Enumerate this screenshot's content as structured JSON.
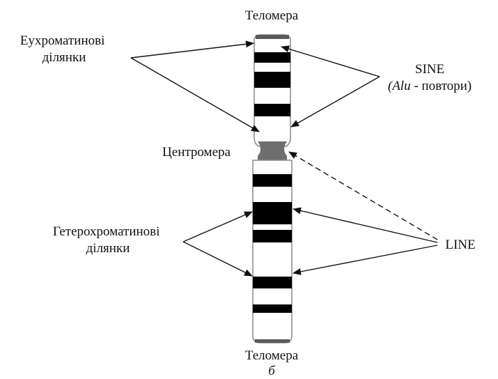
{
  "labels": {
    "telomere_top": "Теломера",
    "telomere_bottom": "Теломера",
    "euchromatic_line1": "Еухроматинові",
    "euchromatic_line2": "ділянки",
    "centromere": "Центромера",
    "heterochromatic_line1": "Гетерохроматинові",
    "heterochromatic_line2": "ділянки",
    "sine_line1": "SINE",
    "sine_alu": "Alu",
    "sine_rest": " - повтори)",
    "sine_open_paren": "(",
    "line": "LINE",
    "panel_letter": "б"
  },
  "colors": {
    "band_dark": "#000000",
    "centromere": "#6e6e6e",
    "telomere_cap": "#5a5a5a",
    "outline": "#888888",
    "arrow": "#111111"
  }
}
